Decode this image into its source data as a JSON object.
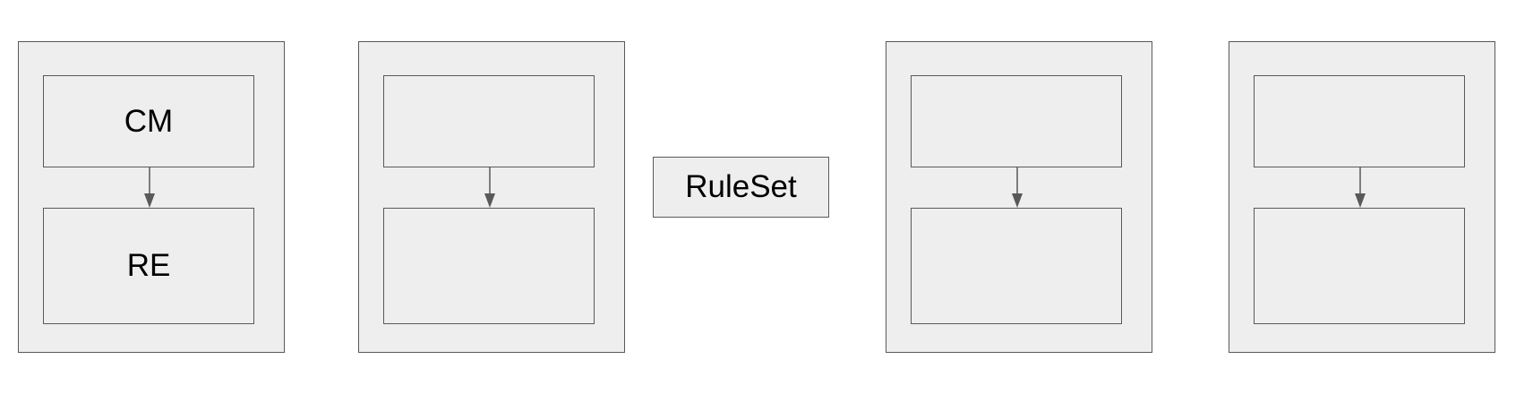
{
  "panels": [
    {
      "top_label": "CM",
      "bottom_label": "RE"
    },
    {
      "top_label": "",
      "bottom_label": ""
    },
    {
      "top_label": "",
      "bottom_label": ""
    },
    {
      "top_label": "",
      "bottom_label": ""
    }
  ],
  "ruleset": {
    "label": "RuleSet"
  },
  "colors": {
    "fill": "#eeeeee",
    "stroke": "#595959",
    "text": "#000000",
    "background": "#ffffff"
  }
}
